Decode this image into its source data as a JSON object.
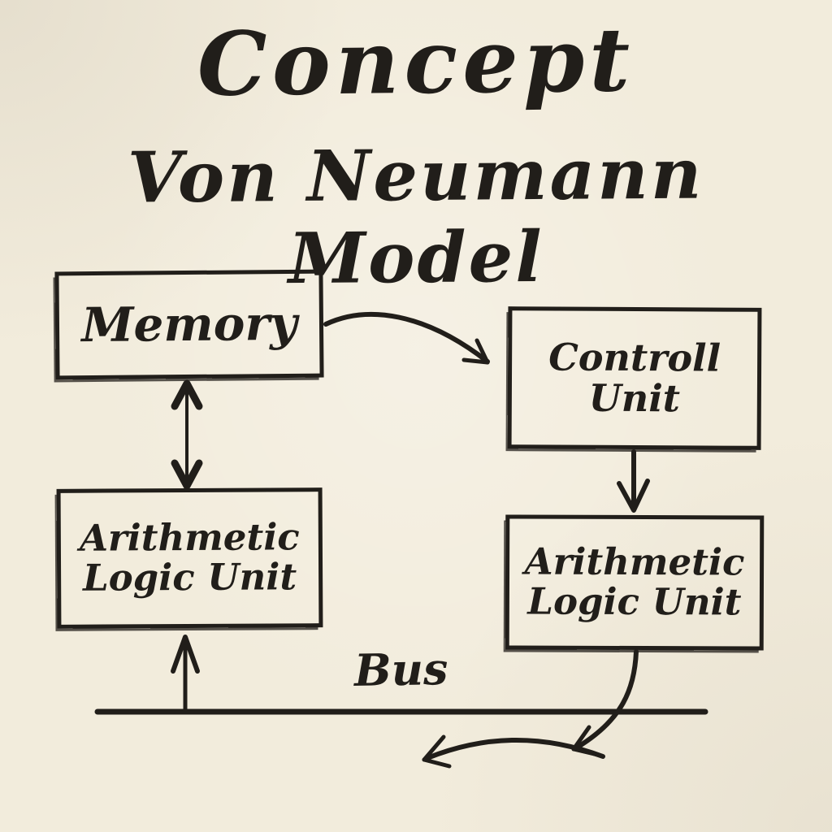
{
  "page": {
    "background": "#f2ecdc",
    "ink": "#211e1a"
  },
  "header": {
    "title": "Concept",
    "subtitle": "Von Neumann Model"
  },
  "diagram": {
    "boxes": {
      "memory": {
        "label": "Memory"
      },
      "control_unit": {
        "line1": "Controll",
        "line2": "Unit"
      },
      "alu_left": {
        "line1": "Arithmetic",
        "line2": "Logic Unit"
      },
      "alu_right": {
        "line1": "Arithmetic",
        "line2": "Logic Unit"
      }
    },
    "bus": {
      "label": "Bus"
    },
    "connections": [
      {
        "from": "memory",
        "to": "control_unit",
        "style": "curved-single-arrow"
      },
      {
        "from": "memory",
        "to": "alu_left",
        "style": "double-headed-arrow"
      },
      {
        "from": "control_unit",
        "to": "alu_right",
        "style": "straight-arrow-down"
      },
      {
        "from": "bus",
        "to": "alu_left",
        "style": "straight-arrow-up"
      },
      {
        "from": "alu_right",
        "to": "bus",
        "style": "curved-arrow-down-left"
      },
      {
        "from": "bus",
        "to": "left-along-bus",
        "style": "curved-arrow-left"
      }
    ]
  }
}
